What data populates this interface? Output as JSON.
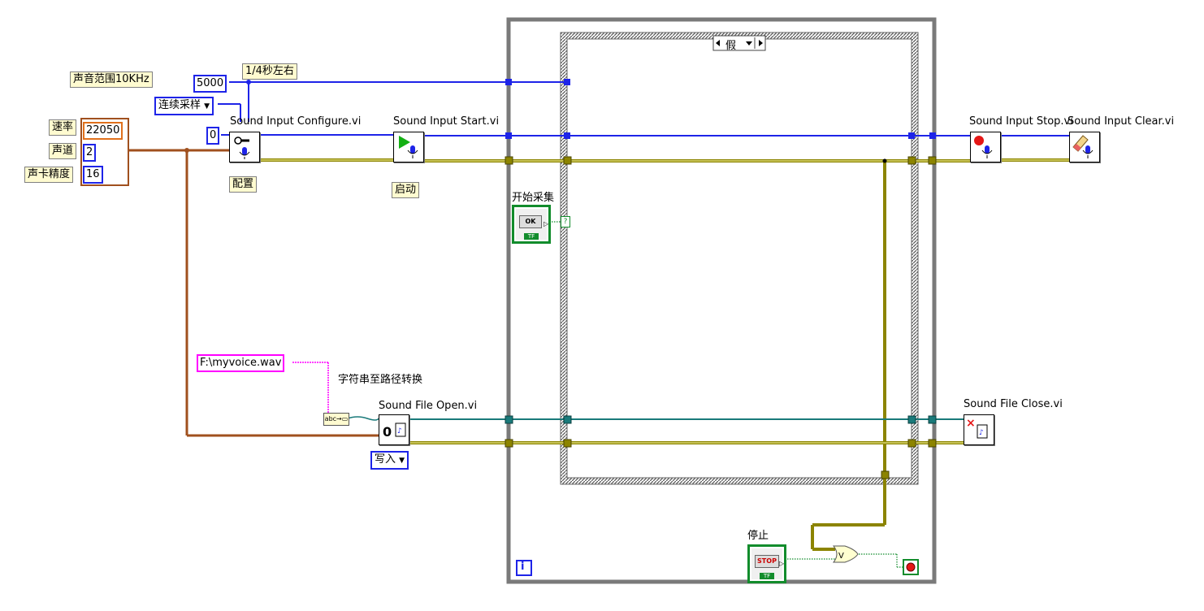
{
  "comments": {
    "sound_range": "声音范围10KHz",
    "quarter_second": "1/4秒左右",
    "rate": "速率",
    "channels": "声道",
    "bit_depth": "声卡精度"
  },
  "constants": {
    "samples": "5000",
    "device": "0",
    "rate_value": "22050",
    "channels_value": "2",
    "bits_value": "16",
    "file_path": "F:\\myvoice.wav"
  },
  "enums": {
    "sample_mode": "连续采样",
    "file_mode": "写入"
  },
  "vis": {
    "configure": "Sound Input Configure.vi",
    "start": "Sound Input Start.vi",
    "stop": "Sound Input Stop.vi",
    "clear": "Sound Input Clear.vi",
    "file_open": "Sound File Open.vi",
    "file_close": "Sound File Close.vi"
  },
  "labels": {
    "configure_caption": "配置",
    "start_caption": "启动",
    "string_to_path": "字符串至路径转换",
    "start_capture": "开始采集",
    "stop": "停止"
  },
  "case_structure": {
    "selector": "假"
  },
  "controls": {
    "ok_text": "OK",
    "stop_text": "STOP",
    "tf": "TF",
    "iteration": "i",
    "question": "?"
  },
  "colors": {
    "task_wire": "#1e24e8",
    "error_wire": "#8c8400",
    "cluster_wire": "#a0501e",
    "path_wire": "#1a7a7a",
    "string_wire": "#ff00ff",
    "bool_wire": "#128c2c",
    "loop_border": "#808080"
  }
}
